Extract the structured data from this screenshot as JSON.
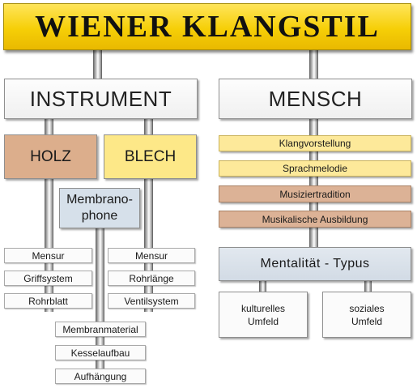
{
  "title": "WIENER KLANGSTIL",
  "branches": {
    "instrument": {
      "label": "INSTRUMENT",
      "holz": {
        "label": "HOLZ",
        "items": [
          "Mensur",
          "Griffsystem",
          "Rohrblatt"
        ]
      },
      "blech": {
        "label": "BLECH",
        "items": [
          "Mensur",
          "Rohrlänge",
          "Ventilsystem"
        ]
      },
      "membranophone": {
        "label_line1": "Membrano-",
        "label_line2": "phone",
        "items": [
          "Membranmaterial",
          "Kesselaufbau",
          "Aufhängung"
        ]
      }
    },
    "mensch": {
      "label": "MENSCH",
      "factors": [
        "Klangvorstellung",
        "Sprachmelodie",
        "Musiziertradition",
        "Musikalische Ausbildung"
      ],
      "mentalitaet": {
        "label": "Mentalität - Typus",
        "kulturelles_line1": "kulturelles",
        "kulturelles_line2": "Umfeld",
        "soziales_line1": "soziales",
        "soziales_line2": "Umfeld"
      }
    }
  },
  "colors": {
    "title_yellow": "#f6cf07",
    "holz": "#dcae8c",
    "blech": "#fde888",
    "membranophone": "#d6e0ea",
    "strip_yellow": "#fde99a",
    "strip_tan": "#dcb296"
  }
}
